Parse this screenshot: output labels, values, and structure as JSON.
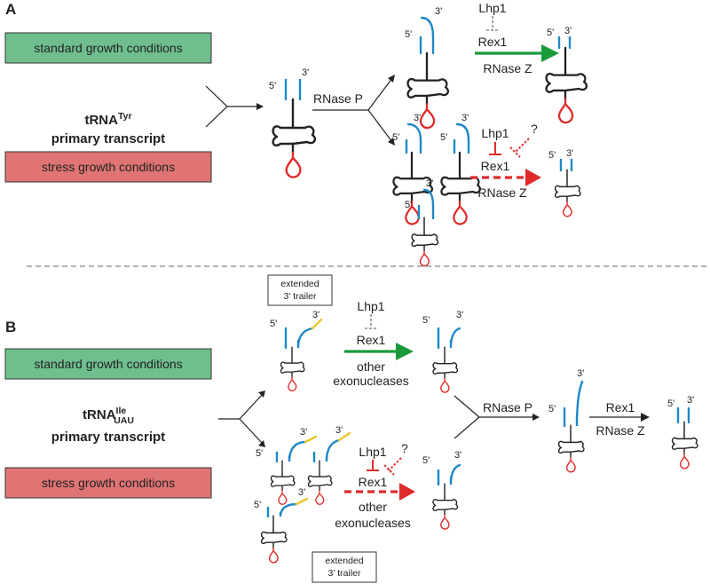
{
  "panel_a": {
    "letter": "A",
    "standard_box": "standard growth conditions",
    "stress_box": "stress growth conditions",
    "trna_name": "tRNA",
    "trna_superscript": "Tyr",
    "primary_transcript": "primary transcript",
    "rnase_p": "RNase P",
    "lhp1": "Lhp1",
    "rex1": "Rex1",
    "rnase_z": "RNase Z",
    "question": "?",
    "five_prime": "5'",
    "three_prime": "3'"
  },
  "panel_b": {
    "letter": "B",
    "standard_box": "standard growth conditions",
    "stress_box": "stress growth conditions",
    "trna_name": "tRNA",
    "trna_superscript": "Ile",
    "trna_subscript": "UAU",
    "primary_transcript": "primary transcript",
    "extended_trailer_line1": "extended",
    "extended_trailer_line2": "3' trailer",
    "lhp1": "Lhp1",
    "rex1": "Rex1",
    "other": "other",
    "exonucleases": "exonucleases",
    "rnase_p": "RNase P",
    "rnase_z": "RNase Z",
    "question": "?",
    "five_prime": "5'",
    "three_prime": "3'"
  },
  "colors": {
    "standard_box": "#6fbf8e",
    "stress_box": "#e07474",
    "green_arrow": "#1a9a3a",
    "red_arrow": "#e02a2a",
    "blue_strand": "#1e88c8",
    "red_loop": "#e02a2a",
    "yellow_trailer": "#e8c52a",
    "gray_inhibition": "#9a9a9a"
  }
}
